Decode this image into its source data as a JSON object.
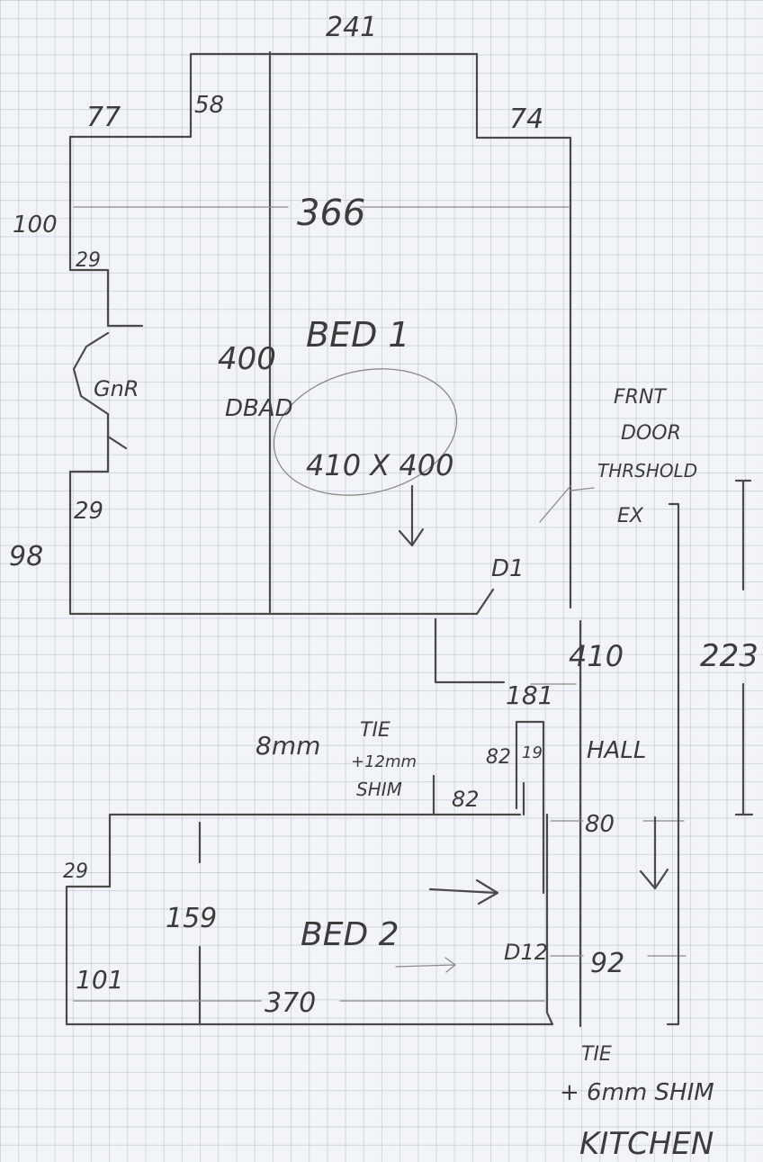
{
  "labels": {
    "d241": "241",
    "d77": "77",
    "d58": "58",
    "d74": "74",
    "d366": "366",
    "d100": "100",
    "d29a": "29",
    "d400": "400",
    "board": "DBAD",
    "bed1": "BED 1",
    "gnr": "GnR",
    "bed_size": "410 X 400",
    "d29b": "29",
    "d98": "98",
    "door1": "D1",
    "front1": "FRNT",
    "front2": "DOOR",
    "front3": "THRSHOLD",
    "front4": "EX",
    "d410": "410",
    "d223": "223",
    "d181": "181",
    "mm8": "8mm",
    "tie1a": "TIE",
    "tie1b": "+12mm",
    "tie1c": "SHIM",
    "d82a": "82",
    "d82b": "82",
    "d19": "19",
    "hall": "HALL",
    "d80": "80",
    "d29c": "29",
    "d159": "159",
    "bed2": "BED 2",
    "d101": "101",
    "d370": "370",
    "door2": "D12",
    "d92": "92",
    "tie2a": "TIE",
    "tie2b": "+ 6mm SHIM",
    "kitchen": "KITCHEN"
  }
}
